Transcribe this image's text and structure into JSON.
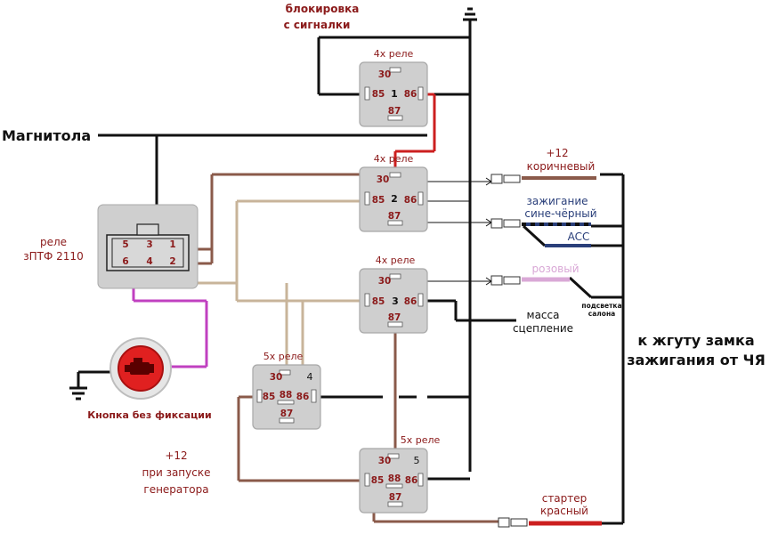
{
  "labels": {
    "block_line1": "блокировка",
    "block_line2": "с сигналки",
    "magnitola": "Магнитола",
    "relay_ptf_line1": "реле",
    "relay_ptf_line2": "зПТФ 2110",
    "button_caption": "Кнопка без фиксации",
    "plus12_start_line1": "+12",
    "plus12_start_line2": "при запуске",
    "plus12_start_line3": "генератора",
    "mass_line1": "масса",
    "mass_line2": "сцепление",
    "wire_brown_line1": "+12",
    "wire_brown_line2": "коричневый",
    "wire_blueblack_line1": "зажигание",
    "wire_blueblack_line2": "сине-чёрный",
    "acc": "ACC",
    "wire_pink": "розовый",
    "backlight_line1": "подсветка",
    "backlight_line2": "салона",
    "starter_line1": "стартер",
    "starter_line2": "красный",
    "harness_line1": "к жгуту замка",
    "harness_line2": "зажигания от ЧЯ"
  },
  "relays": [
    {
      "type": "4x реле",
      "num": "1",
      "p30": "30",
      "p85": "85",
      "p86": "86",
      "p87": "87"
    },
    {
      "type": "4x реле",
      "num": "2",
      "p30": "30",
      "p85": "85",
      "p86": "86",
      "p87": "87"
    },
    {
      "type": "4x реле",
      "num": "3",
      "p30": "30",
      "p85": "85",
      "p86": "86",
      "p87": "87"
    },
    {
      "type": "5x реле",
      "num": "4",
      "p30": "30",
      "p85": "85",
      "p86": "86",
      "p87": "87",
      "p88": "88"
    },
    {
      "type": "5x реле",
      "num": "5",
      "p30": "30",
      "p85": "85",
      "p86": "86",
      "p87": "87",
      "p88": "88"
    }
  ],
  "ptf_pins": [
    "5",
    "3",
    "1",
    "6",
    "4",
    "2"
  ],
  "colors": {
    "black": "#111111",
    "brown": "#8a5a4a",
    "tan": "#c8b49a",
    "grey_beige": "#a89a86",
    "purple": "#c040c0",
    "red": "#cc1f1f",
    "pink": "#d9a8d6",
    "blue_dark": "#2a3f7a",
    "relay_fill": "#cfcfcf",
    "pin_text": "#8b1a1a",
    "button_red": "#e02020"
  }
}
